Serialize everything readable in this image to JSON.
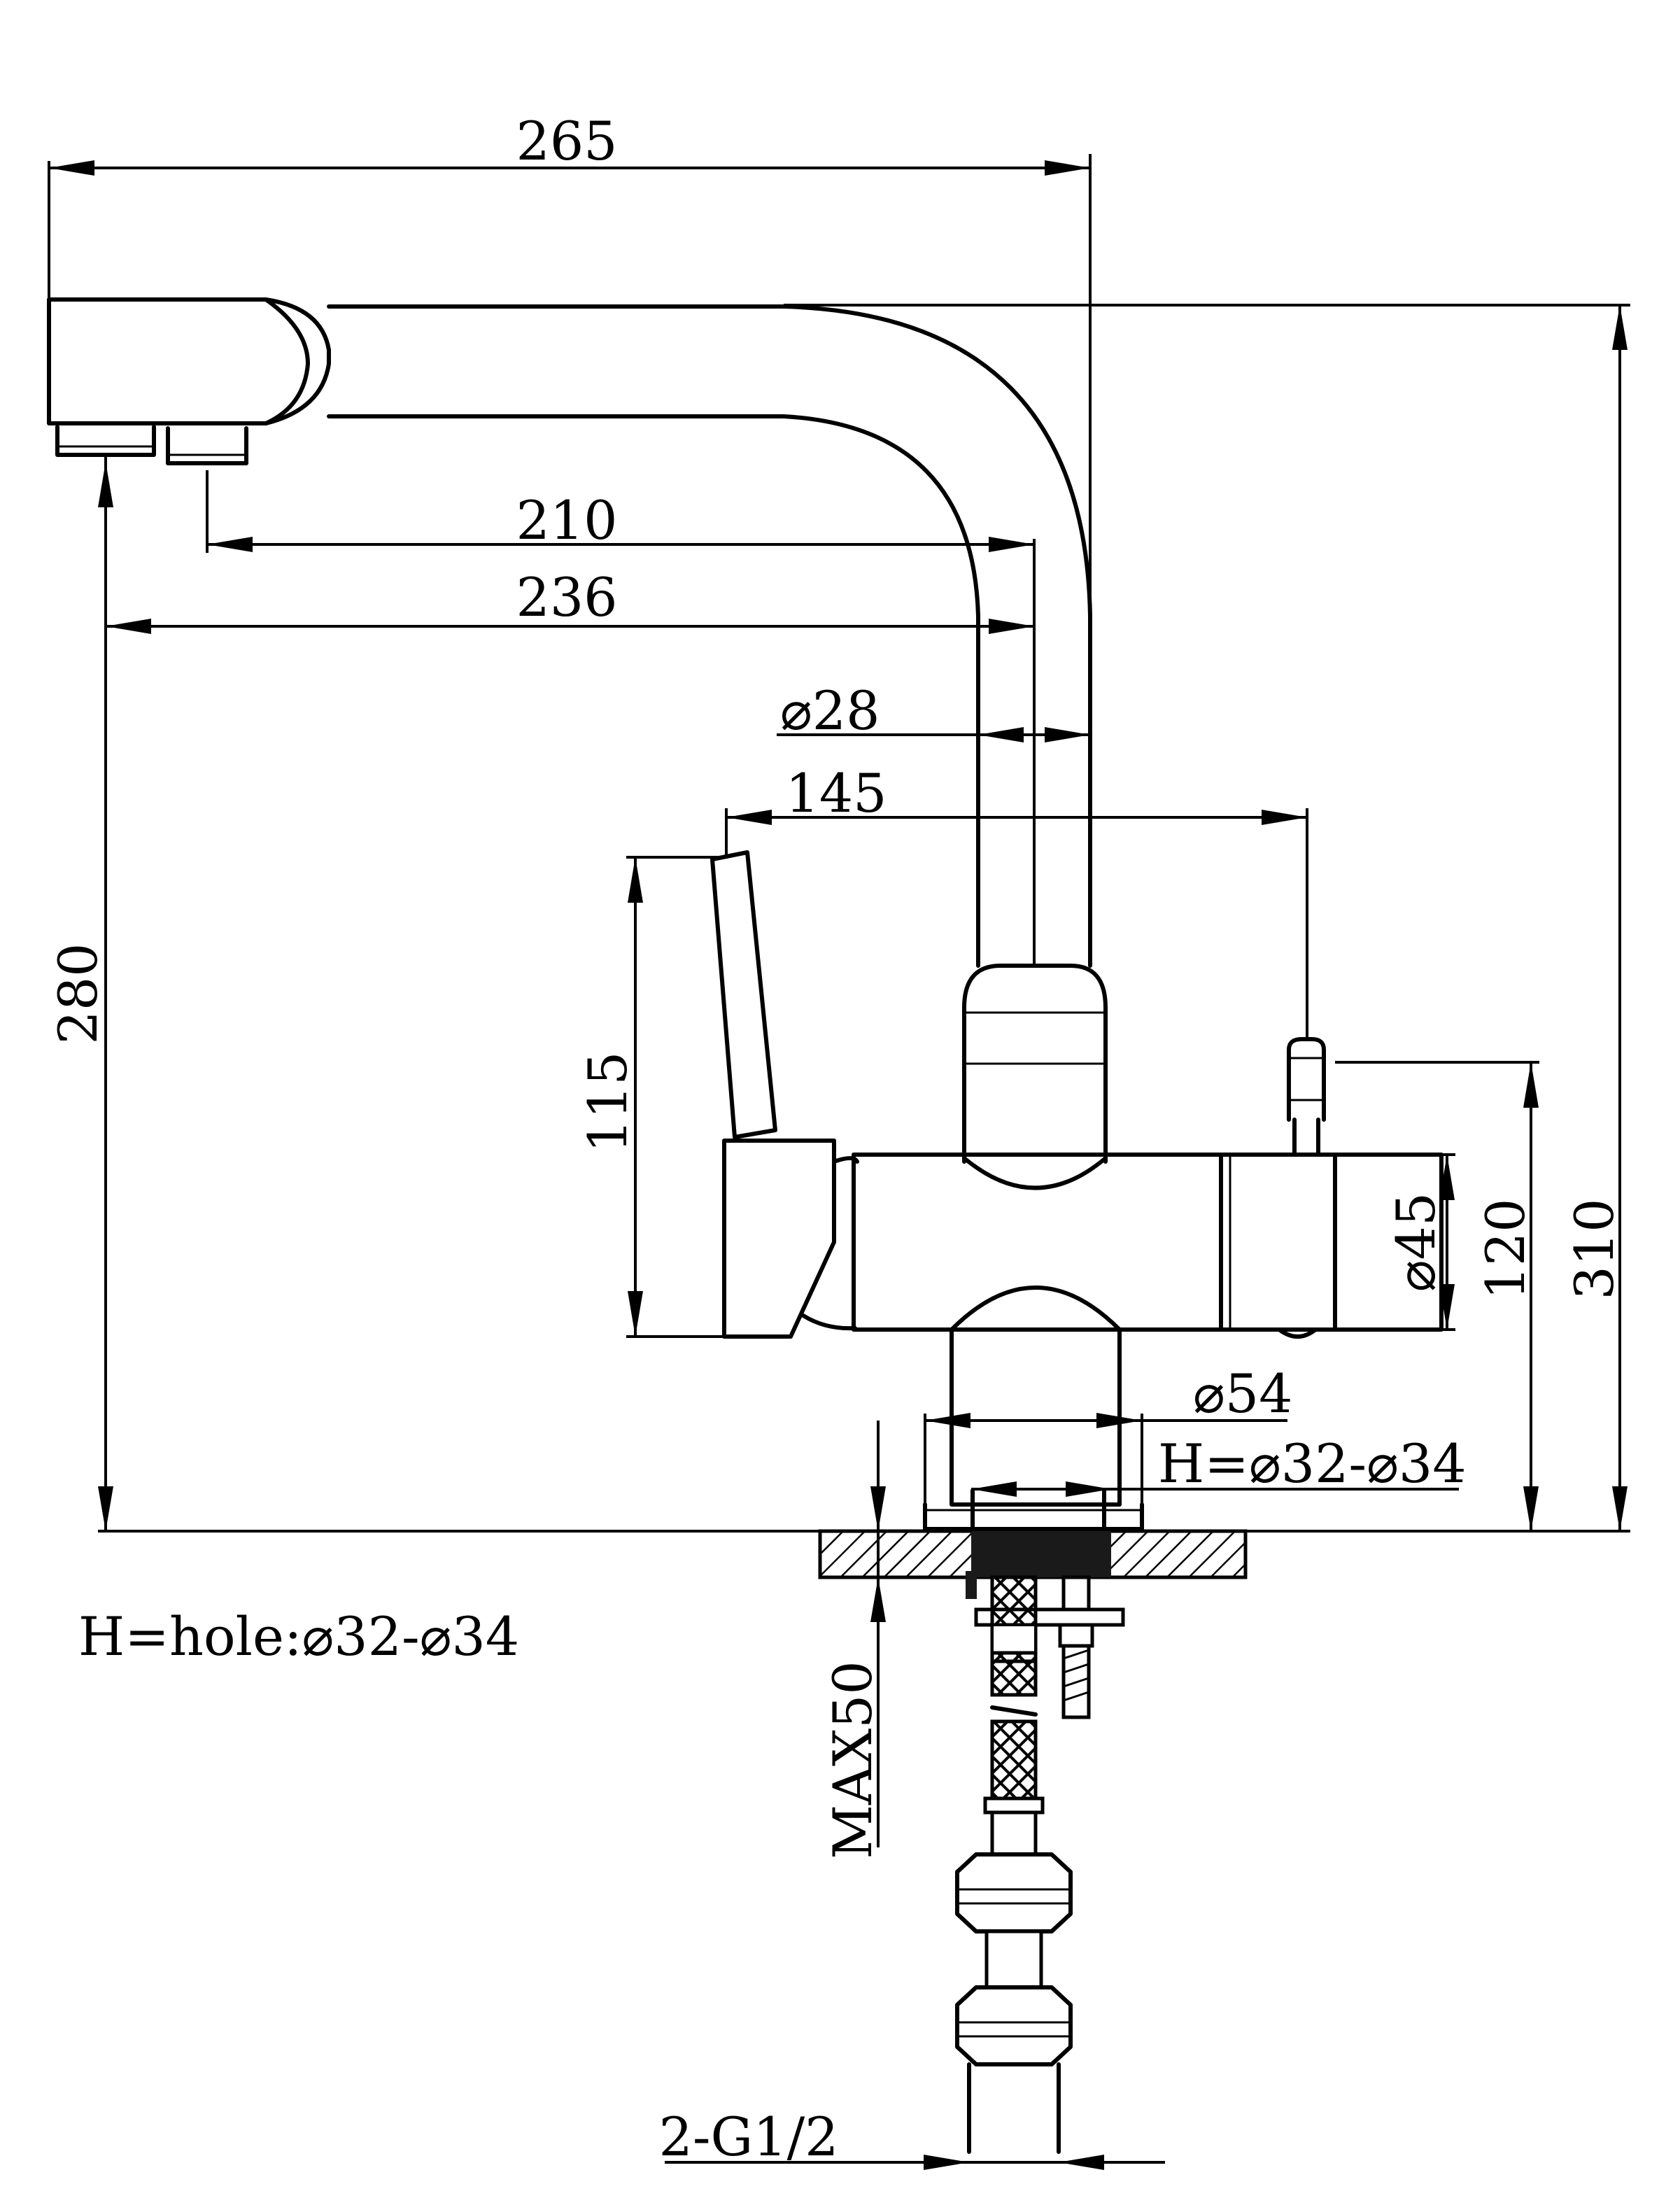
{
  "dimensions": {
    "width_265": "265",
    "spout_210": "210",
    "spout_236": "236",
    "spout_dia_28": "⌀28",
    "handle_145": "145",
    "handle_115": "115",
    "height_280": "280",
    "body_dia_45": "⌀45",
    "height_120": "120",
    "height_310": "310",
    "base_dia_54": "⌀54",
    "hole_H": "H=⌀32-⌀34",
    "max_50": "MAX50",
    "thread": "2-G1/2"
  },
  "notes": {
    "hole_note": "H=hole:⌀32-⌀34"
  },
  "colors": {
    "line": "#000000",
    "background": "#ffffff",
    "deck_fill": "#1a1a1a"
  }
}
